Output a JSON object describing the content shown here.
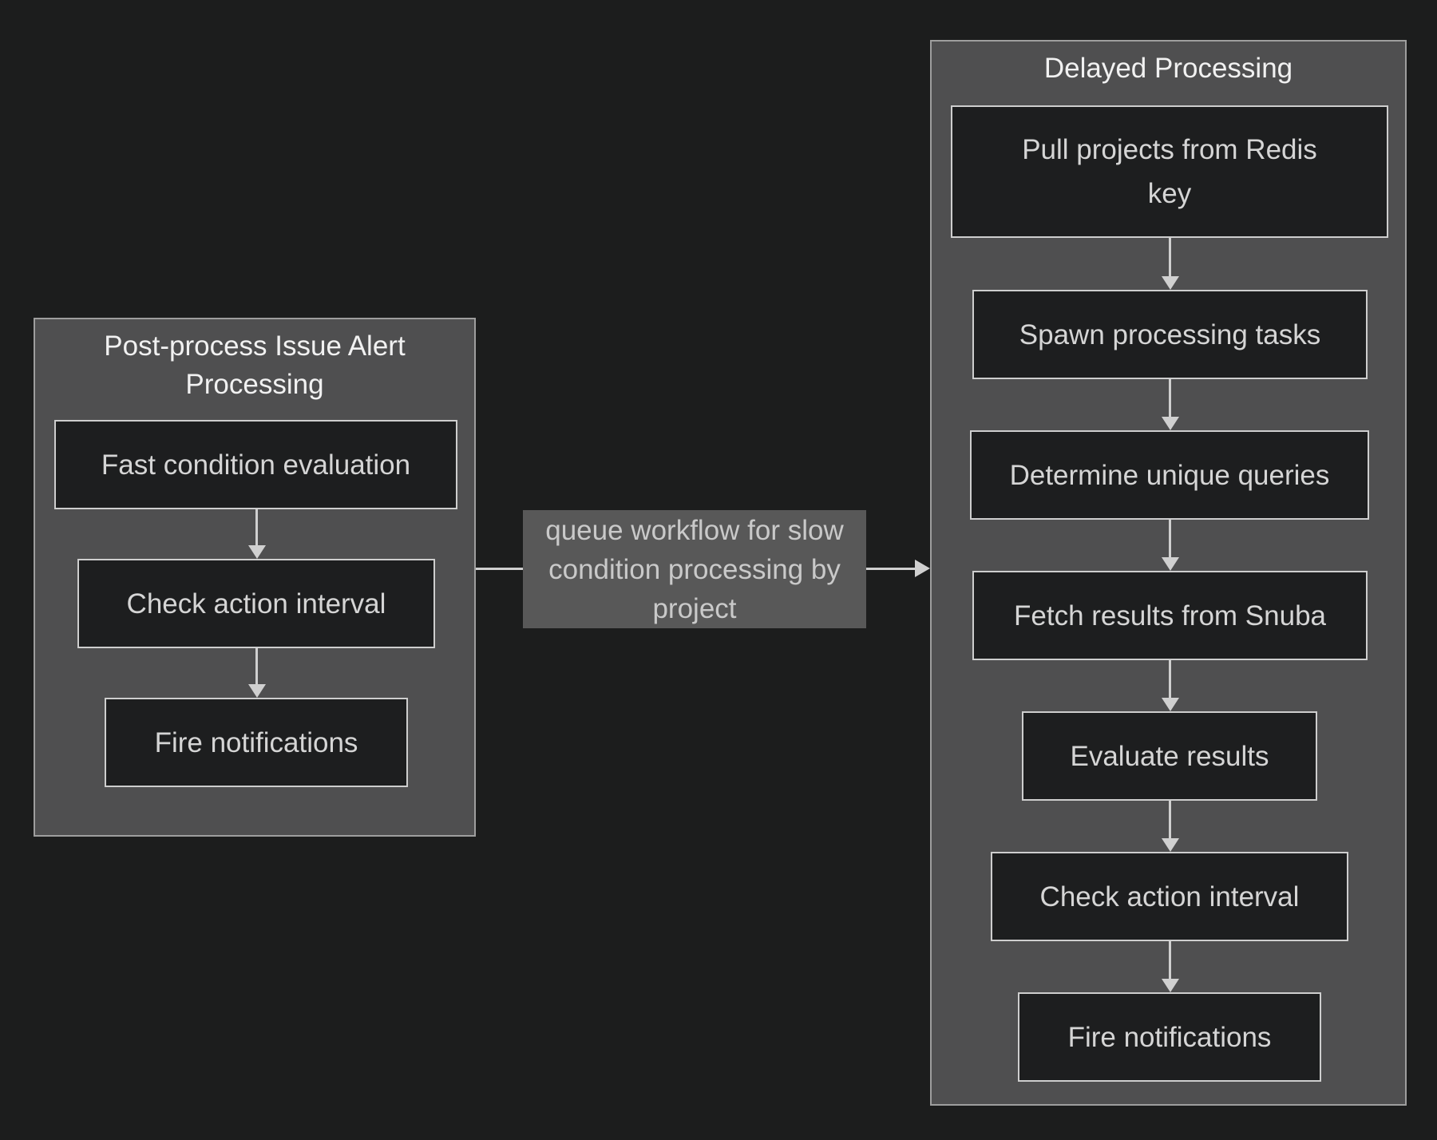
{
  "diagram_type": "flowchart",
  "colors": {
    "page_background": "#1c1d1d",
    "cluster_background": "#4f4f50",
    "cluster_border": "#9e9e9e",
    "node_background": "#1d1e1f",
    "node_border": "#cecece",
    "node_text": "#d5d5d5",
    "title_text": "#f1f1f1",
    "arrow": "#d0d0d0",
    "edge_label_background": "#585858",
    "edge_label_text": "#c9c9c9"
  },
  "clusters": [
    {
      "title": "Post-process Issue Alert Processing",
      "nodes": [
        "Fast condition evaluation",
        "Check action interval",
        "Fire notifications"
      ]
    },
    {
      "title": "Delayed Processing",
      "nodes": [
        "Pull projects from Redis key",
        "Spawn processing tasks",
        "Determine unique queries",
        "Fetch results from Snuba",
        "Evaluate results",
        "Check action interval",
        "Fire notifications"
      ]
    }
  ],
  "edge": {
    "label": "queue workflow for slow condition processing by project",
    "from_cluster": "Post-process Issue Alert Processing",
    "to_cluster": "Delayed Processing"
  }
}
